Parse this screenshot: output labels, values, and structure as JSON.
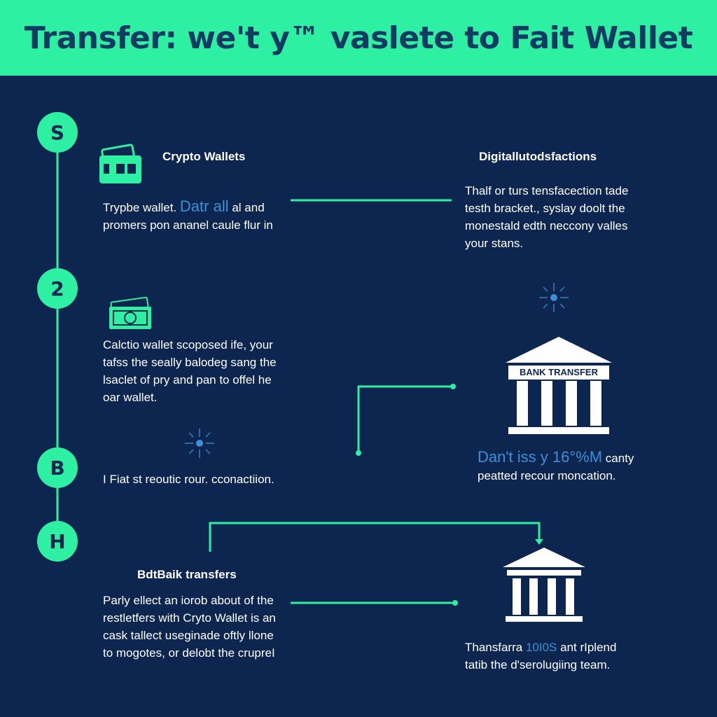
{
  "header": {
    "title": "Transfer: we't y™ vaslete to Fait Wallet"
  },
  "steps": [
    {
      "label": "S"
    },
    {
      "label": "2"
    },
    {
      "label": "B"
    },
    {
      "label": "H"
    }
  ],
  "left": {
    "crypto_title": "Crypto Wallets",
    "crypto_line1_pre": "Trypbe wallet.",
    "crypto_line1_hl": "Datr all",
    "crypto_line1_post": "al and",
    "crypto_line2": "promers pon ananel caule flur in",
    "calc_line1": "Calctio wallet scoposed ife, your",
    "calc_line2": "tafss the seally balodeg sang the",
    "calc_line3": "lsaclet of pry and pan to offel he",
    "calc_line4": "oar wallet.",
    "fiat_line": "I Fiat st reoutic rour. cconactiion.",
    "bank_title": "BdtBaik transfers",
    "bank_line1": "Parly ellect an iorob about of the",
    "bank_line2": "restletfers with Cryto Wallet is an",
    "bank_line3": "cask tallect useginade oftly llone",
    "bank_line4": "to mogotes, or delobt the crupreI"
  },
  "right": {
    "digital_title": "Digitallutodsfactions",
    "digital_line1": "Thalf or turs tensfacection tade",
    "digital_line2": "testh bracket., syslay doolt the",
    "digital_line3": "monestald edth neccony valles",
    "digital_line4": "your stans.",
    "bank_sign": "BANK TRANSFER",
    "dont_hl": "Dan't iss y 16°%M",
    "dont_post": "canty",
    "dont_line2": "peatted recour moncation.",
    "trans_pre": "Thansfarra",
    "trans_hl": "10I0S",
    "trans_post": "ant rIplend",
    "trans_line2": "tatib the d'serolugiing team."
  },
  "colors": {
    "background": "#0d2650",
    "accent": "#2ef0a2",
    "highlight": "#3d8fd9",
    "header_text": "#123a63"
  }
}
